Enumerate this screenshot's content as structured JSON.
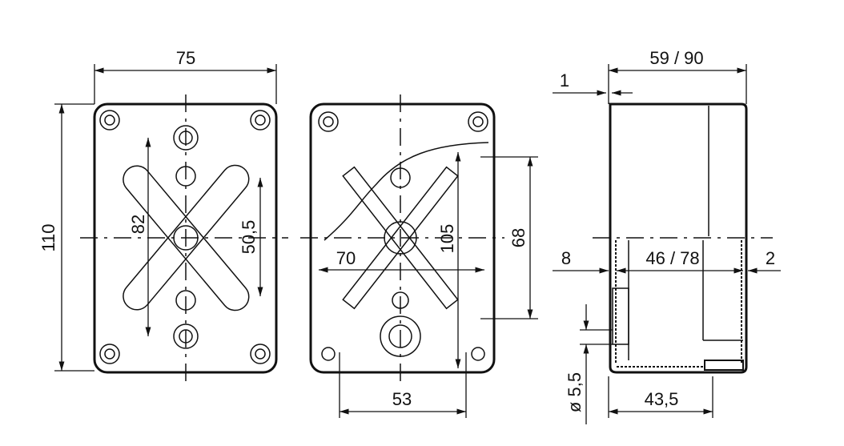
{
  "title": "Enclosure dimension drawing",
  "front_view": {
    "width": "75",
    "height": "110",
    "hole_spacing_outer": "82",
    "hole_spacing_inner": "50,5"
  },
  "open_view": {
    "diagonal_width": "70",
    "diagonal_height": "105",
    "mount_height": "68",
    "bottom_width": "53"
  },
  "side_view": {
    "depth": "59 / 90",
    "lid_thickness": "1",
    "wall_left": "8",
    "inner_depth": "46 / 78",
    "wall_right": "2",
    "hole_diameter": "ø 5,5",
    "base_depth": "43,5"
  },
  "colors": {
    "line": "#111111",
    "background": "#ffffff"
  }
}
